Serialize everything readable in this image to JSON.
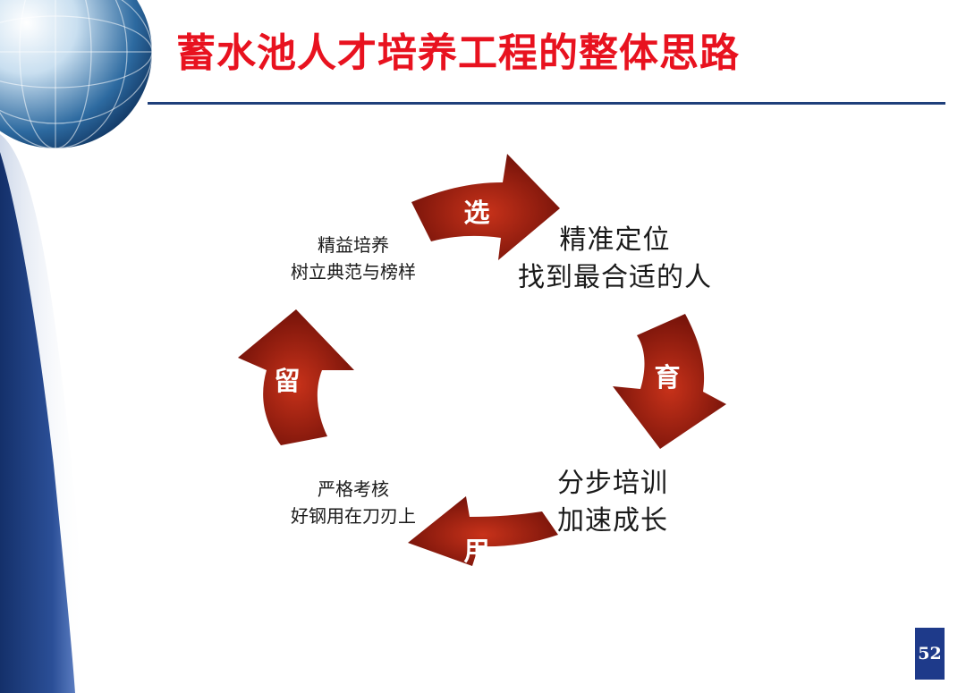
{
  "slide": {
    "title": "蓄水池人才培养工程的整体思路",
    "page_number": "52"
  },
  "cycle": {
    "arrows": [
      {
        "label": "选"
      },
      {
        "label": "育"
      },
      {
        "label": "用"
      },
      {
        "label": "留"
      }
    ],
    "descriptions": [
      {
        "line1": "精准定位",
        "line2": "找到最合适的人"
      },
      {
        "line1": "分步培训",
        "line2": "加速成长"
      },
      {
        "line1": "严格考核",
        "line2": "好钢用在刀刃上"
      },
      {
        "line1": "精益培养",
        "line2": "树立典范与榜样"
      }
    ]
  },
  "colors": {
    "title": "#e8121f",
    "rule": "#1f3f7a",
    "arrow_dark": "#6e1008",
    "arrow_light": "#c8321a",
    "badge": "#1e3a8a",
    "band": "#1f3f86"
  },
  "decorations": {
    "globe": "globe-icon"
  }
}
